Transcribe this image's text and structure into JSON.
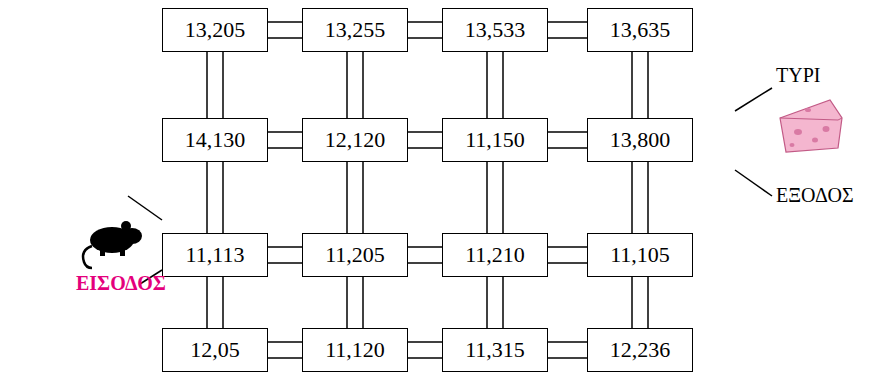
{
  "diagram": {
    "nodes": [
      {
        "text": [
          "13,205"
        ]
      },
      {
        "text": [
          "13,255"
        ]
      },
      {
        "text": [
          "13,533"
        ]
      },
      {
        "text": [
          "13,635"
        ]
      },
      {
        "text": [
          "14,130"
        ]
      },
      {
        "text": [
          "12,120"
        ]
      },
      {
        "text": [
          "11,150"
        ]
      },
      {
        "text": [
          "13,800"
        ]
      },
      {
        "text": [
          "11,113"
        ]
      },
      {
        "text": [
          "11,205"
        ]
      },
      {
        "text": [
          "11,210"
        ]
      },
      {
        "text": [
          "11,105"
        ]
      },
      {
        "text": [
          "12,05"
        ]
      },
      {
        "text": [
          "11,120"
        ]
      },
      {
        "text": [
          "11,315"
        ]
      },
      {
        "text": [
          "12,236"
        ]
      }
    ],
    "edges": [
      {
        "from": 0,
        "to": 1,
        "arrow": "none"
      },
      {
        "from": 1,
        "to": 2,
        "arrow": "none"
      },
      {
        "from": 2,
        "to": 3,
        "arrow": "none"
      },
      {
        "from": 4,
        "to": 5,
        "arrow": "none"
      },
      {
        "from": 5,
        "to": 6,
        "arrow": "none"
      },
      {
        "from": 6,
        "to": 7,
        "arrow": "none"
      },
      {
        "from": 8,
        "to": 9,
        "arrow": "none"
      },
      {
        "from": 9,
        "to": 10,
        "arrow": "none"
      },
      {
        "from": 10,
        "to": 11,
        "arrow": "none"
      },
      {
        "from": 12,
        "to": 13,
        "arrow": "none"
      },
      {
        "from": 13,
        "to": 14,
        "arrow": "none"
      },
      {
        "from": 14,
        "to": 15,
        "arrow": "none"
      },
      {
        "from": 0,
        "to": 4,
        "arrow": "none"
      },
      {
        "from": 1,
        "to": 5,
        "arrow": "none"
      },
      {
        "from": 2,
        "to": 6,
        "arrow": "none"
      },
      {
        "from": 3,
        "to": 7,
        "arrow": "none"
      },
      {
        "from": 4,
        "to": 8,
        "arrow": "none"
      },
      {
        "from": 5,
        "to": 9,
        "arrow": "none"
      },
      {
        "from": 6,
        "to": 10,
        "arrow": "none"
      },
      {
        "from": 7,
        "to": 11,
        "arrow": "none"
      },
      {
        "from": 8,
        "to": 12,
        "arrow": "none"
      },
      {
        "from": 9,
        "to": 13,
        "arrow": "none"
      },
      {
        "from": 10,
        "to": 14,
        "arrow": "none"
      },
      {
        "from": 11,
        "to": 15,
        "arrow": "none"
      }
    ],
    "labels": [
      "ΤΥΡΙ",
      "ΕΞΟΔΟΣ",
      "ΕΙΣΟΔΟΣ"
    ]
  }
}
